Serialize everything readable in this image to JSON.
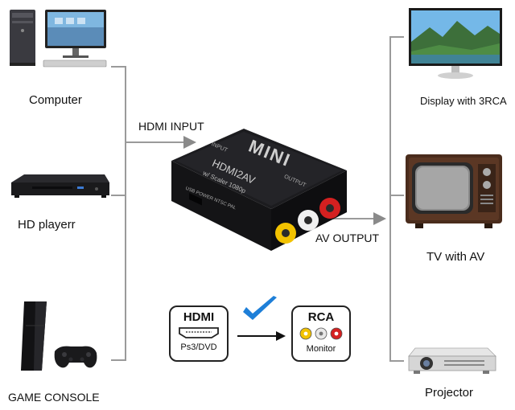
{
  "inputs": {
    "header": "HDMI INPUT",
    "devices": [
      {
        "label": "Computer",
        "icon": "desktop-computer-icon"
      },
      {
        "label": "HD playerr",
        "icon": "blu-ray-player-icon"
      },
      {
        "label": "GAME CONSOLE",
        "icon": "game-console-icon"
      }
    ]
  },
  "outputs": {
    "header": "AV OUTPUT",
    "devices": [
      {
        "label": "Display with 3RCA",
        "icon": "monitor-display-icon"
      },
      {
        "label": "TV with AV",
        "icon": "crt-tv-icon"
      },
      {
        "label": "Projector",
        "icon": "projector-icon"
      }
    ]
  },
  "converter": {
    "brand": "MINI",
    "model": "HDMI2AV",
    "subtitle": "w/ Scaler 1080p",
    "input_port_label": "INPUT",
    "output_port_label": "OUTPUT",
    "side_labels": "USB POWER  NTSC  PAL"
  },
  "signal_flow": {
    "from_box_title": "HDMI",
    "from_box_subtitle": "Ps3/DVD",
    "to_box_title": "RCA",
    "to_box_subtitle": "Monitor",
    "check_color": "#1e7fd8"
  },
  "colors": {
    "connector_line": "#9a9a9a",
    "arrow": "#8a8a8a",
    "rca_yellow": "#f2c200",
    "rca_white": "#f0f0f0",
    "rca_red": "#d42020"
  }
}
